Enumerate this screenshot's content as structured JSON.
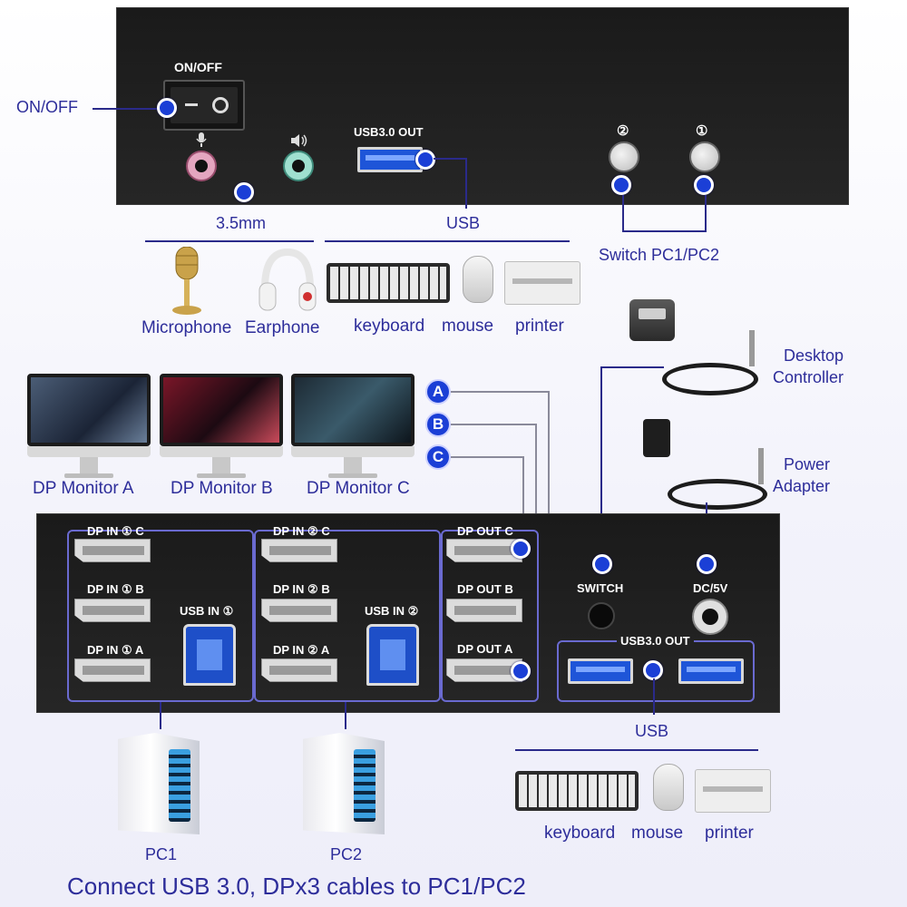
{
  "top_panel": {
    "onoff_label": "ON/OFF",
    "usb3_out_label": "USB3.0 OUT",
    "button_2": "②",
    "button_1": "①"
  },
  "callouts": {
    "onoff": "ON/OFF",
    "audio": "3.5mm",
    "usb_top": "USB",
    "switch_pc": "Switch PC1/PC2",
    "desktop_controller": "Desktop\nController",
    "power_adapter": "Power\nAdapter",
    "usb_bottom": "USB"
  },
  "audio_devices": [
    "Microphone",
    "Earphone"
  ],
  "usb_devices_top": [
    "keyboard",
    "mouse",
    "printer"
  ],
  "monitors": [
    "DP Monitor A",
    "DP Monitor B",
    "DP Monitor C"
  ],
  "monitor_letters": [
    "A",
    "B",
    "C"
  ],
  "rear_panel": {
    "pc1_ports": [
      "DP IN ① C",
      "DP IN ① B",
      "DP IN ① A"
    ],
    "pc1_usb": "USB IN ①",
    "pc2_ports": [
      "DP IN ② C",
      "DP IN ② B",
      "DP IN ② A"
    ],
    "pc2_usb": "USB IN ②",
    "dp_out": [
      "DP OUT C",
      "DP OUT B",
      "DP OUT A"
    ],
    "switch_label": "SWITCH",
    "dc_label": "DC/5V",
    "usb3_out_label": "USB3.0 OUT"
  },
  "usb_devices_bottom": [
    "keyboard",
    "mouse",
    "printer"
  ],
  "pcs": [
    "PC1",
    "PC2"
  ],
  "footer": "Connect USB 3.0, DPx3 cables to PC1/PC2"
}
